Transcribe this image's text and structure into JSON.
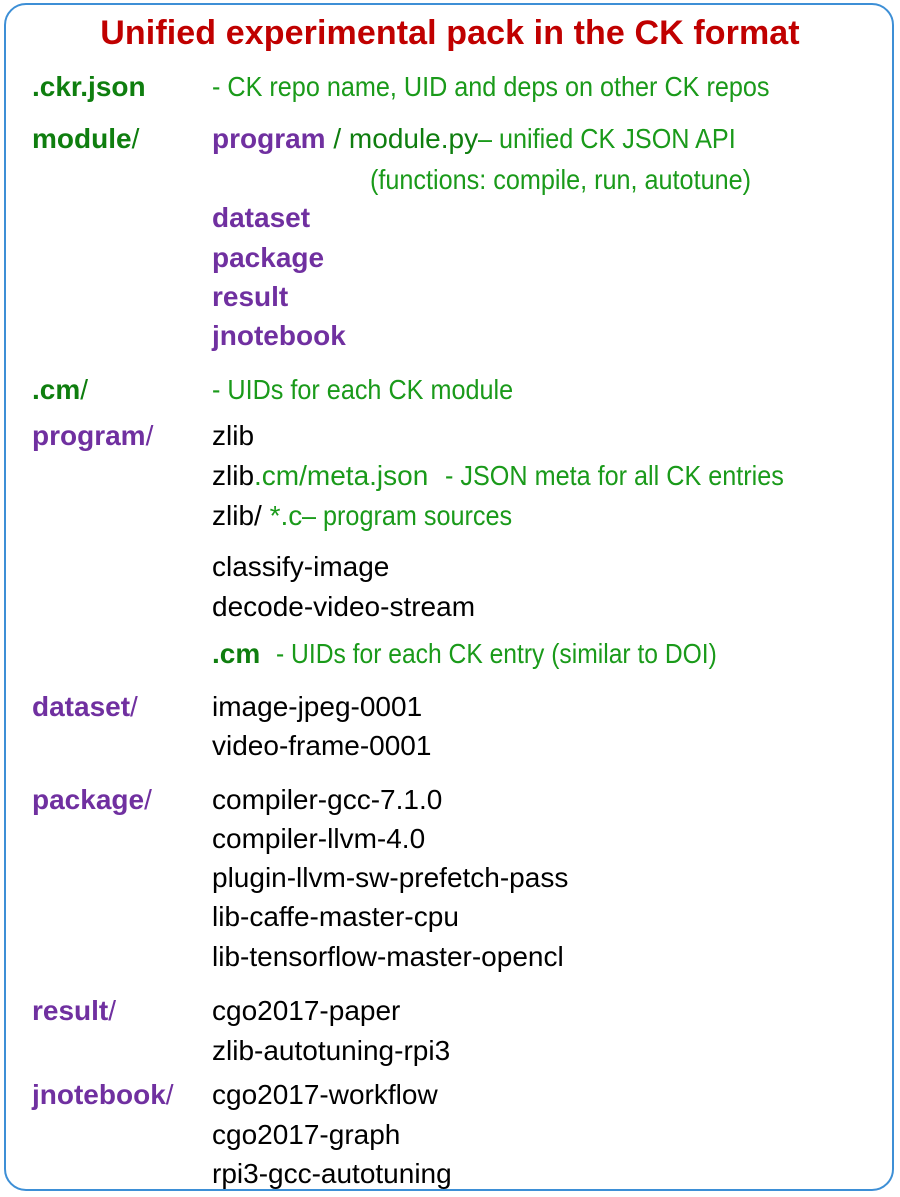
{
  "title": "Unified experimental pack in the CK format",
  "ckr": {
    "label": ".ckr.json",
    "desc": "- CK repo name, UID and deps on other CK repos"
  },
  "module": {
    "label": "module",
    "slash": "/",
    "program": "program",
    "sep": " / ",
    "module_py": "module.py",
    "desc": " – unified CK JSON API",
    "desc2": "(functions: compile, run, autotune)",
    "items": [
      "dataset",
      "package",
      "result",
      "jnotebook"
    ]
  },
  "cm": {
    "label": ".cm",
    "slash": "/",
    "desc": "- UIDs for each CK module"
  },
  "program": {
    "label": "program",
    "slash": "/",
    "zlib": "zlib",
    "meta_prefix": "zlib",
    "meta_path": ".cm/meta.json",
    "meta_desc": "- JSON meta for all CK entries",
    "src_prefix": "zlib/",
    "src_glob": " *.c",
    "src_desc": " – program sources",
    "items": [
      "classify-image",
      "decode-video-stream"
    ],
    "cm_label": ".cm",
    "cm_desc": "- UIDs for each CK entry (similar to DOI)"
  },
  "dataset": {
    "label": "dataset",
    "slash": "/",
    "items": [
      "image-jpeg-0001",
      "video-frame-0001"
    ]
  },
  "package": {
    "label": "package",
    "slash": "/",
    "items": [
      "compiler-gcc-7.1.0",
      "compiler-llvm-4.0",
      "plugin-llvm-sw-prefetch-pass",
      "lib-caffe-master-cpu",
      "lib-tensorflow-master-opencl"
    ]
  },
  "result": {
    "label": "result",
    "slash": "/",
    "items": [
      "cgo2017-paper",
      "zlib-autotuning-rpi3"
    ]
  },
  "jnotebook": {
    "label": "jnotebook",
    "slash": "/",
    "items": [
      "cgo2017-workflow",
      "cgo2017-graph",
      "rpi3-gcc-autotuning"
    ]
  },
  "colors": {
    "title": "#c00000",
    "green": "#1a9a1a",
    "dark_green": "#0f7e0f",
    "purple": "#7030a0",
    "border": "#3d8fd6"
  }
}
